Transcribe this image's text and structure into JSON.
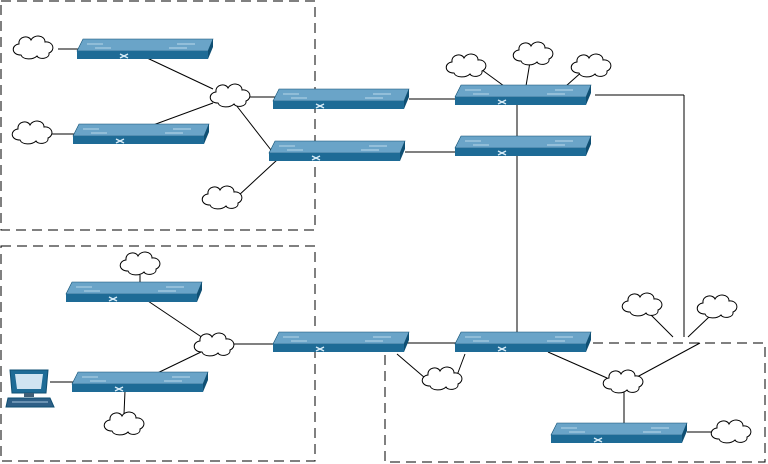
{
  "diagram": {
    "type": "network-topology",
    "areas": [
      {
        "id": "area-top-left",
        "style": "dashed"
      },
      {
        "id": "area-bottom-left",
        "style": "dashed"
      },
      {
        "id": "area-bottom-right",
        "style": "dashed"
      }
    ],
    "nodes": {
      "switches": [
        "sw-a1",
        "sw-a2",
        "sw-a3",
        "sw-a4",
        "sw-b1",
        "sw-b2",
        "sw-b3",
        "sw-c1",
        "sw-c2",
        "sw-c3",
        "sw-d1"
      ],
      "clouds": [
        "cloud-1",
        "cloud-2",
        "cloud-3",
        "cloud-4",
        "cloud-5",
        "cloud-6",
        "cloud-7",
        "cloud-8",
        "cloud-9",
        "cloud-10",
        "cloud-11",
        "cloud-12",
        "cloud-13",
        "cloud-14",
        "cloud-15",
        "cloud-16"
      ],
      "hosts": [
        "pc-1"
      ]
    },
    "links": [
      [
        "sw-a1",
        "cloud-3"
      ],
      [
        "sw-a2",
        "cloud-3"
      ],
      [
        "cloud-3",
        "sw-a3"
      ],
      [
        "cloud-3",
        "sw-a4"
      ],
      [
        "sw-a4",
        "cloud-4"
      ],
      [
        "sw-a3",
        "sw-c1"
      ],
      [
        "sw-a4",
        "sw-c2"
      ],
      [
        "sw-c1",
        "sw-c2"
      ],
      [
        "sw-c2",
        "sw-c3"
      ],
      [
        "sw-b1",
        "cloud-9"
      ],
      [
        "sw-b2",
        "cloud-9"
      ],
      [
        "cloud-9",
        "sw-b3"
      ],
      [
        "sw-b3",
        "sw-c3"
      ],
      [
        "sw-b3",
        "cloud-11"
      ],
      [
        "cloud-11",
        "sw-c3"
      ],
      [
        "sw-c3",
        "cloud-12"
      ],
      [
        "cloud-12",
        "sw-d1"
      ],
      [
        "sw-d1",
        "cloud-16"
      ],
      [
        "sw-c1",
        "cloud-5"
      ],
      [
        "sw-c1",
        "cloud-6"
      ],
      [
        "sw-c1",
        "cloud-7"
      ],
      [
        "sw-c1",
        "cloud-14"
      ],
      [
        "cloud-13",
        "cloud-12"
      ],
      [
        "cloud-14",
        "cloud-12"
      ],
      [
        "pc-1",
        "sw-b2"
      ],
      [
        "sw-b2",
        "cloud-10"
      ],
      [
        "sw-b1",
        "cloud-8"
      ],
      [
        "sw-a1",
        "cloud-1"
      ],
      [
        "sw-a2",
        "cloud-2"
      ]
    ],
    "colors": {
      "switch_top": "#6aa4c8",
      "switch_front": "#1e6b96",
      "switch_side": "#0f4f73",
      "switch_marks": "#d8ecf8",
      "line": "#000000",
      "cloud_fill": "#ffffff"
    }
  }
}
